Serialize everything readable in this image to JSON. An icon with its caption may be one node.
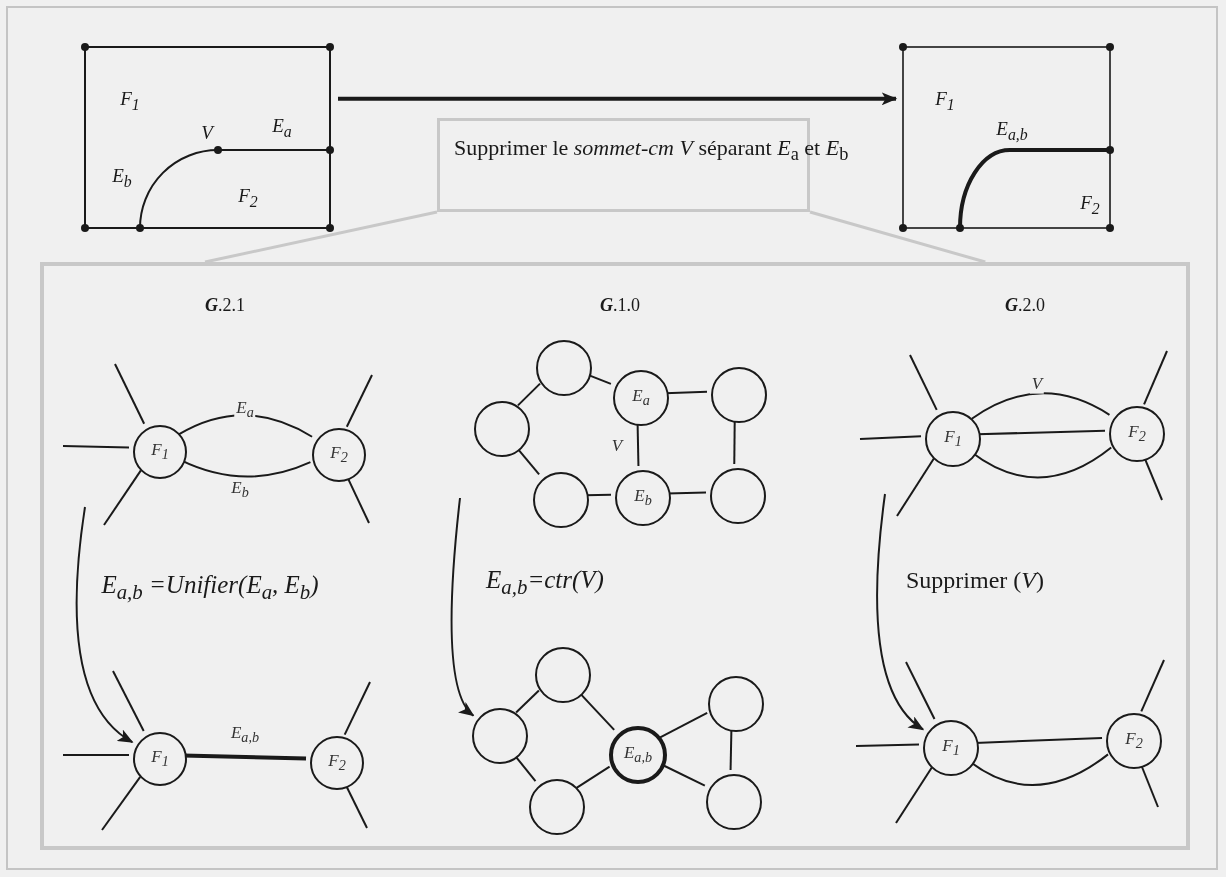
{
  "diagram": {
    "nodes": [
      {
        "text": [],
        "shape": "picture"
      },
      {
        "text": [],
        "shape": "picture"
      },
      {
        "text": [
          "Supprimer le *sommet-cm V* séparant *E*$_{a}$ et *E*$_{b}$"
        ]
      },
      {
        "text": [],
        "shape": "box"
      },
      {
        "text": [
          "F$_{1}$"
        ],
        "in": 3
      },
      {
        "text": [
          "F$_{2}$"
        ],
        "in": 3
      },
      {
        "text": [
          "F$_{1}$"
        ],
        "in": 3
      },
      {
        "text": [
          "F$_{2}$"
        ],
        "in": 3
      },
      {
        "text": [],
        "shape": "circle",
        "in": 3
      },
      {
        "text": [],
        "shape": "circle",
        "in": 3
      },
      {
        "text": [],
        "shape": "circle",
        "in": 3
      },
      {
        "text": [
          "E$_{a}$"
        ],
        "in": 3
      },
      {
        "text": [
          "E$_{b}$"
        ],
        "in": 3
      },
      {
        "text": [],
        "shape": "circle",
        "in": 3
      },
      {
        "text": [],
        "shape": "circle",
        "in": 3
      },
      {
        "text": [],
        "shape": "circle",
        "in": 3
      },
      {
        "text": [],
        "shape": "circle",
        "in": 3
      },
      {
        "text": [],
        "shape": "circle",
        "in": 3
      },
      {
        "text": [
          "E$_{a,b}$"
        ],
        "in": 3
      },
      {
        "text": [],
        "shape": "circle",
        "in": 3
      },
      {
        "text": [],
        "shape": "circle",
        "in": 3
      },
      {
        "text": [
          "F$_{1}$"
        ],
        "in": 3
      },
      {
        "text": [
          "F$_{2}$"
        ],
        "in": 3
      },
      {
        "text": [
          "F$_{1}$"
        ],
        "in": 3
      },
      {
        "text": [
          "F$_{2}$"
        ],
        "in": 3
      }
    ],
    "edges": [
      {
        "from": 0,
        "to": 1,
        "arrow": "to",
        "style": "thick"
      },
      {
        "from": 2,
        "to": 3,
        "arrow": "none",
        "color": "#c8c8c8"
      },
      {
        "from": 2,
        "to": 3,
        "arrow": "none",
        "color": "#c8c8c8"
      },
      {
        "from": 4,
        "to": 5,
        "arrow": "none",
        "label": "E$_{a}$"
      },
      {
        "from": 4,
        "to": 5,
        "arrow": "none",
        "label": "E$_{b}$"
      },
      {
        "from": 6,
        "to": 7,
        "arrow": "none",
        "label": "E$_{a,b}$",
        "style": "thick"
      },
      {
        "from": null,
        "to": 6,
        "arrow": "to"
      },
      {
        "from": 4,
        "to": null,
        "arrow": "none"
      },
      {
        "from": 4,
        "to": null,
        "arrow": "none"
      },
      {
        "from": 4,
        "to": null,
        "arrow": "none"
      },
      {
        "from": 5,
        "to": null,
        "arrow": "none"
      },
      {
        "from": 5,
        "to": null,
        "arrow": "none"
      },
      {
        "from": 6,
        "to": null,
        "arrow": "none"
      },
      {
        "from": 6,
        "to": null,
        "arrow": "none"
      },
      {
        "from": 6,
        "to": null,
        "arrow": "none"
      },
      {
        "from": 7,
        "to": null,
        "arrow": "none"
      },
      {
        "from": 7,
        "to": null,
        "arrow": "none"
      },
      {
        "from": 9,
        "to": 8,
        "arrow": "none"
      },
      {
        "from": 8,
        "to": 11,
        "arrow": "none"
      },
      {
        "from": 9,
        "to": 10,
        "arrow": "none"
      },
      {
        "from": 10,
        "to": 12,
        "arrow": "none"
      },
      {
        "from": 11,
        "to": 12,
        "arrow": "none",
        "label": "V"
      },
      {
        "from": 11,
        "to": 13,
        "arrow": "none"
      },
      {
        "from": 12,
        "to": 14,
        "arrow": "none"
      },
      {
        "from": 13,
        "to": 14,
        "arrow": "none"
      },
      {
        "from": null,
        "to": 16,
        "arrow": "to"
      },
      {
        "from": 16,
        "to": 15,
        "arrow": "none"
      },
      {
        "from": 15,
        "to": 18,
        "arrow": "none"
      },
      {
        "from": 16,
        "to": 17,
        "arrow": "none"
      },
      {
        "from": 17,
        "to": 18,
        "arrow": "none"
      },
      {
        "from": 18,
        "to": 19,
        "arrow": "none"
      },
      {
        "from": 18,
        "to": 20,
        "arrow": "none"
      },
      {
        "from": 19,
        "to": 20,
        "arrow": "none"
      },
      {
        "from": 21,
        "to": 22,
        "arrow": "none",
        "label": "V"
      },
      {
        "from": 21,
        "to": 22,
        "arrow": "none"
      },
      {
        "from": 21,
        "to": 22,
        "arrow": "none"
      },
      {
        "from": 21,
        "to": null,
        "arrow": "none"
      },
      {
        "from": 21,
        "to": null,
        "arrow": "none"
      },
      {
        "from": 21,
        "to": null,
        "arrow": "none"
      },
      {
        "from": 22,
        "to": null,
        "arrow": "none"
      },
      {
        "from": 22,
        "to": null,
        "arrow": "none"
      },
      {
        "from": 23,
        "to": 24,
        "arrow": "none"
      },
      {
        "from": 23,
        "to": 24,
        "arrow": "none"
      },
      {
        "from": 23,
        "to": null,
        "arrow": "none"
      },
      {
        "from": 23,
        "to": null,
        "arrow": "none"
      },
      {
        "from": 23,
        "to": null,
        "arrow": "none"
      },
      {
        "from": 24,
        "to": null,
        "arrow": "none"
      },
      {
        "from": 24,
        "to": null,
        "arrow": "none"
      },
      {
        "from": null,
        "to": 23,
        "arrow": "to"
      }
    ],
    "labels": [
      "F$_{1}$",
      "V",
      "E$_{a}$",
      "E$_{b}$",
      "F$_{2}$",
      "F$_{1}$",
      "E$_{a,b}$",
      "F$_{2}$",
      "**G**.2.1",
      "**G**.1.0",
      "**G**.2.0",
      "E$_{a,b}$ =Unifier(E$_{a}$, E$_{b}$)",
      "E$_{a,b}$=ctr(V)",
      "Supprimer (*V*)"
    ]
  }
}
